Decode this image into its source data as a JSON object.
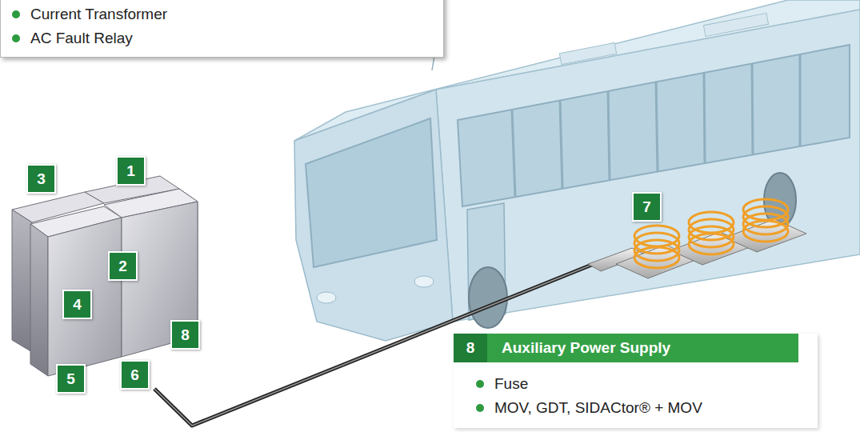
{
  "diagram": {
    "nodes": [
      {
        "text": [
          "Current Transformer",
          "AC Fault Relay"
        ]
      },
      {
        "text": [
          "8",
          "Auxiliary Power Supply",
          "Fuse",
          "MOV, GDT, SIDACtor® + MOV"
        ]
      }
    ],
    "labels": [
      "1",
      "3",
      "7",
      "2",
      "4",
      "8",
      "6",
      "5"
    ]
  }
}
